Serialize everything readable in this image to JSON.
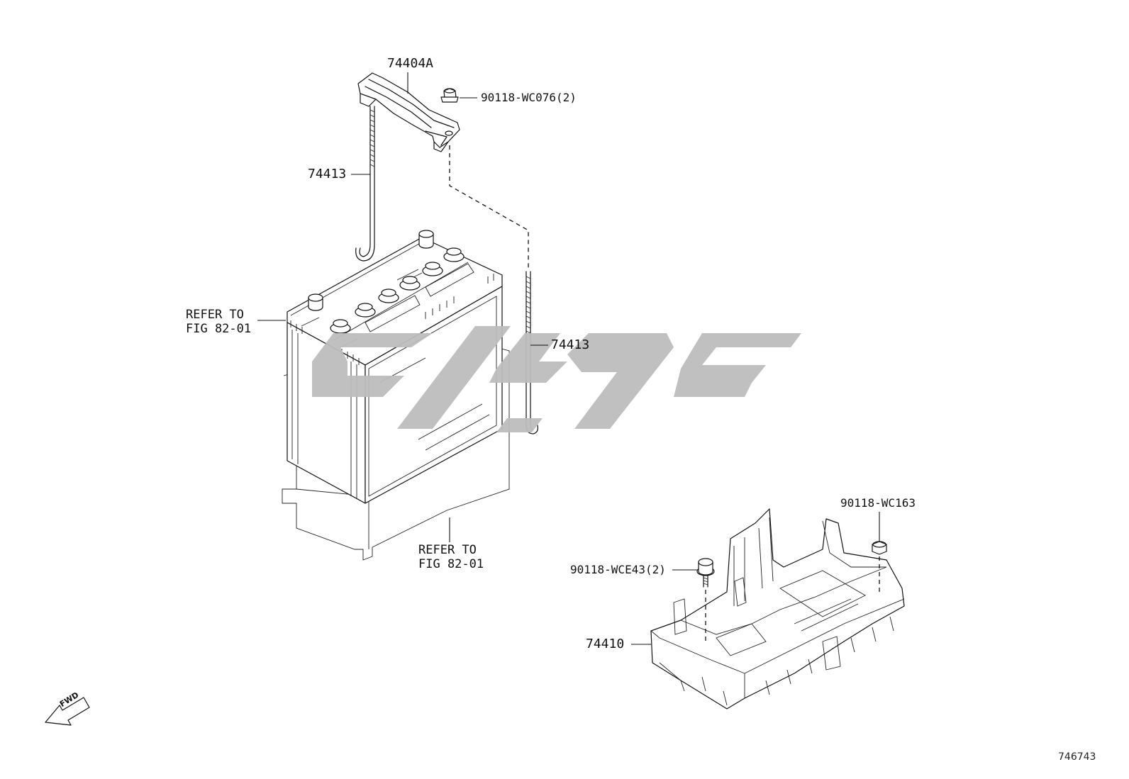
{
  "diagram": {
    "parts": {
      "hold_down_clamp": "74404A",
      "clamp_nut": "90118-WC076(2)",
      "rod_left": "74413",
      "rod_right": "74413",
      "battery_ref_label": "REFER TO\nFIG 82-01",
      "battery_ref_line1": "REFER TO",
      "battery_ref_line2": "FIG 82-01",
      "tray_ref_line1": "REFER TO",
      "tray_ref_line2": "FIG 82-01",
      "tray_nut": "90118-WC163",
      "tray_bolt": "90118-WCE43(2)",
      "battery_tray": "74410"
    },
    "fwd_label": "FWD",
    "figure_number": "746743",
    "watermark_color": "#bdbdbd",
    "line_color": "#111111"
  }
}
